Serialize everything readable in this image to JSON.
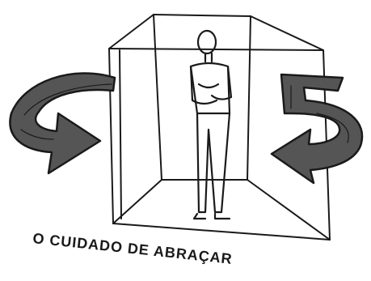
{
  "caption": {
    "text": "O CUIDADO DE ABRAÇAR"
  },
  "icons": [
    "person-figure",
    "room-cube",
    "rotate-arrow-left",
    "rotate-arrow-right"
  ],
  "colors": {
    "ink": "#1a1a1a",
    "arrow_fill": "#555555",
    "background": "#ffffff"
  }
}
